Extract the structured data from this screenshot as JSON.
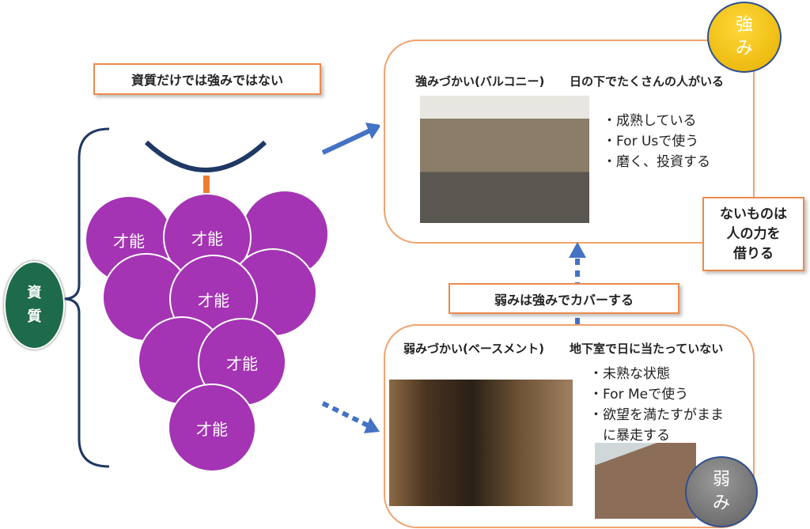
{
  "left": {
    "heading": "資質だけでは強みではない",
    "shishitsu_label": [
      "資",
      "質"
    ],
    "talent_label": "才能"
  },
  "strength": {
    "title": "強みづかい(バルコニー)",
    "subtitle": "日の下でたくさんの人がいる",
    "bullets": [
      "・成熟している",
      "・For Usで使う",
      "・磨く、投資する"
    ],
    "badge": [
      "強",
      "み"
    ],
    "badge_color": "#f5c400"
  },
  "cover_label": "弱みは強みでカバーする",
  "borrow_label": [
    "ないものは",
    "人の力を",
    "借りる"
  ],
  "weakness": {
    "title": "弱みづかい(ベースメント)",
    "subtitle": "地下室で日に当たっていない",
    "bullets": [
      "・未熟な状態",
      "・For Meで使う",
      "・欲望を満たすがまま",
      "　に暴走する"
    ],
    "badge": [
      "弱",
      "み"
    ],
    "badge_color": "#707070"
  },
  "colors": {
    "grape": "#a434b4",
    "accent_border": "#ed8a4c",
    "arrow": "#4472c4",
    "green": "#1e6b4b"
  }
}
